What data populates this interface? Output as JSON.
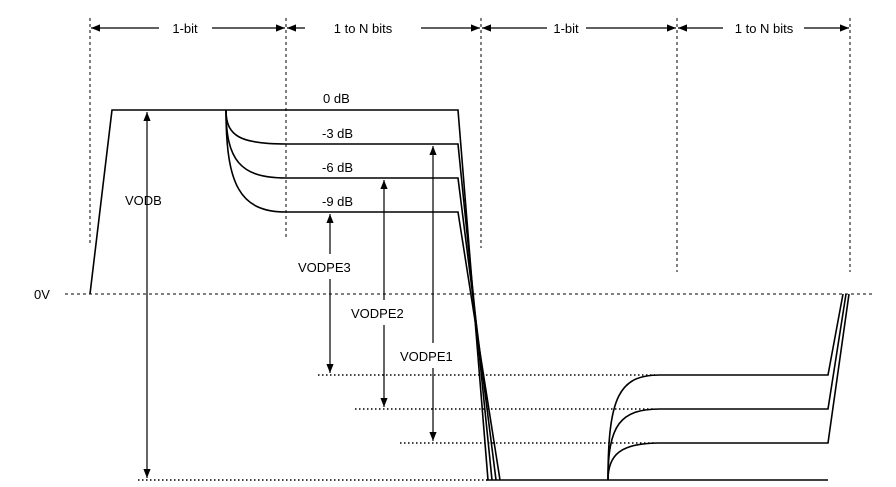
{
  "top_labels": {
    "bit1": "1-bit",
    "n1": "1 to N bits",
    "bit2": "1-bit",
    "n2": "1 to N bits"
  },
  "levels": {
    "l0": "0 dB",
    "l3": "-3 dB",
    "l6": "-6 dB",
    "l9": "-9 dB"
  },
  "zero_label": "0V",
  "measure_labels": {
    "vodb": "VODB",
    "vodpe3": "VODPE3",
    "vodpe2": "VODPE2",
    "vodpe1": "VODPE1"
  }
}
